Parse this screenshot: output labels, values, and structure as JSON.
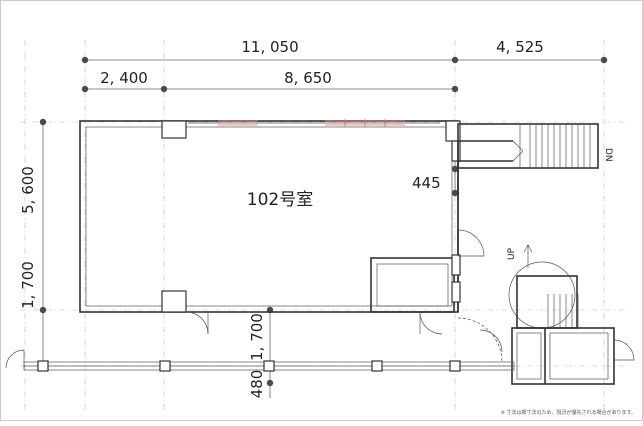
{
  "room_label": "102号室",
  "dimensions": {
    "total_width": "11, 050",
    "right_width": "4, 525",
    "left_segment": "2, 400",
    "right_segment": "8, 650",
    "height_upper": "5, 600",
    "height_lower": "1, 700",
    "gap_small": "445",
    "bottom_vertical": "1, 700",
    "bottom_offset": "480"
  },
  "stair_labels": {
    "down": "DN",
    "up": "UP"
  },
  "footnote": "※ 寸法は概寸法のため、現況が優先される場合があります。"
}
